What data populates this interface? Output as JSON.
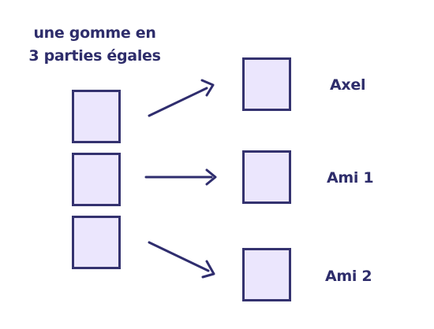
{
  "caption": {
    "line1": "une gomme en",
    "line2": "3 parties égales"
  },
  "recipients": [
    {
      "label": "Axel"
    },
    {
      "label": "Ami 1"
    },
    {
      "label": "Ami 2"
    }
  ],
  "colors": {
    "text": "#2e2d6b",
    "box_fill": "#ebe6fd",
    "box_border": "#34326f",
    "arrow": "#2f2d6e"
  }
}
